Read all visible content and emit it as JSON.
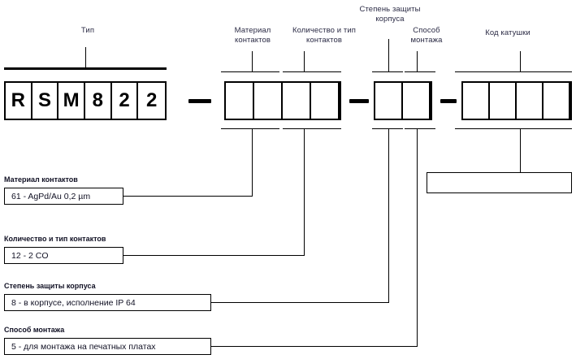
{
  "diagram": {
    "title_label": "Тип",
    "headers": [
      {
        "id": "contact-material",
        "text": "Материал\nконтактов"
      },
      {
        "id": "contact-count-type",
        "text": "Количество и тип\nконтактов"
      },
      {
        "id": "enclosure-protection",
        "text": "Степень защиты\nкорпуса"
      },
      {
        "id": "mounting-method",
        "text": "Способ\nмонтажа"
      },
      {
        "id": "coil-code",
        "text": "Код катушки"
      }
    ],
    "type_code": {
      "characters": [
        "R",
        "S",
        "M",
        "8",
        "2",
        "2"
      ]
    },
    "separators": [
      "—",
      "—",
      "—"
    ],
    "segments": [
      {
        "id": "segment-contacts",
        "cells": 4
      },
      {
        "id": "segment-protection-mounting",
        "cells": 2
      },
      {
        "id": "segment-coil",
        "cells": 4
      }
    ],
    "legends": [
      {
        "id": "contact-material",
        "title": "Материал контактов",
        "value": "61 - AgPd/Au 0,2 µm"
      },
      {
        "id": "contact-count-type",
        "title": "Количество и тип контактов",
        "value": "12 - 2 CO"
      },
      {
        "id": "enclosure-protection",
        "title": "Степень защиты корпуса",
        "value": "8 - в корпусе, исполнение IP 64"
      },
      {
        "id": "mounting-method",
        "title": "Способ монтажа",
        "value": "5 - для монтажа на печатных платах"
      }
    ],
    "coil_code_box": {
      "id": "coil-code-value",
      "value": ""
    },
    "colors": {
      "line": "#000000",
      "text": "#1a1a2e",
      "background": "#ffffff"
    }
  }
}
